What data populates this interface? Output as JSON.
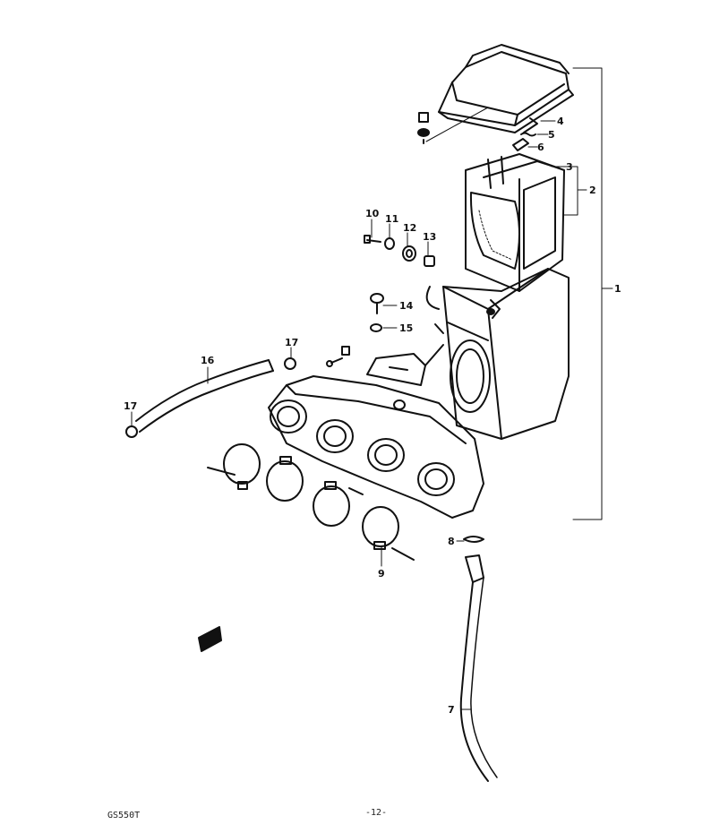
{
  "footer": {
    "model_code": "GS550T",
    "page_number": "-12-"
  },
  "callouts": [
    "1",
    "2",
    "3",
    "4",
    "5",
    "6",
    "7",
    "8",
    "9",
    "10",
    "11",
    "12",
    "13",
    "14",
    "15",
    "16",
    "17",
    "17"
  ]
}
